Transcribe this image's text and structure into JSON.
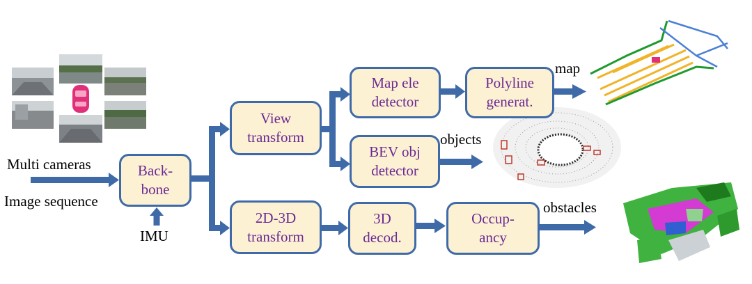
{
  "labels": {
    "multi_cameras": "Multi cameras",
    "image_sequence": "Image sequence",
    "imu": "IMU",
    "map": "map",
    "objects": "objects",
    "obstacles": "obstacles"
  },
  "nodes": {
    "backbone": "Back-\nbone",
    "view_transform": "View\ntransform",
    "map_ele_detector": "Map ele\ndetector",
    "polyline_generat": "Polyline\ngenerat.",
    "bev_obj_detector": "BEV obj\ndetector",
    "transform_2d3d": "2D-3D\ntransform",
    "decod_3d": "3D\ndecod.",
    "occupancy": "Occup-\nancy"
  },
  "colors": {
    "box_fill": "#fdf1d3",
    "box_border": "#3f6aa8",
    "box_text": "#6a2a94",
    "arrow": "#3f6aa8"
  }
}
